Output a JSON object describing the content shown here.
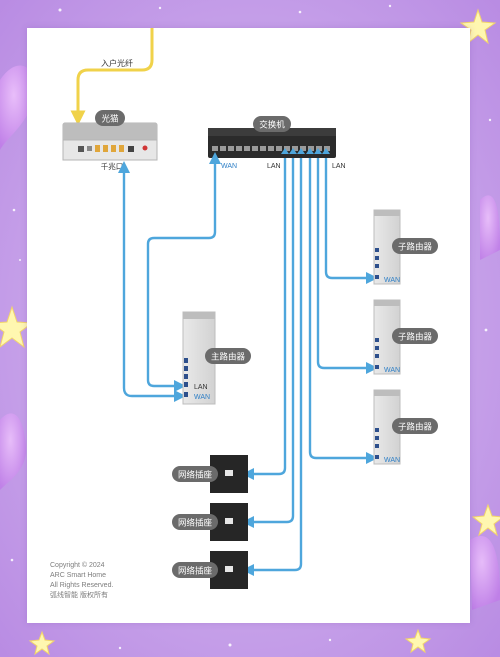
{
  "fiber": {
    "label": "入户光纤"
  },
  "modem": {
    "label": "光猫",
    "port_label": "千兆口"
  },
  "switch": {
    "label": "交换机",
    "wan_label": "WAN",
    "lan_label_1": "LAN",
    "lan_label_2": "LAN"
  },
  "main_router": {
    "label": "主路由器",
    "lan_label": "LAN",
    "wan_label": "WAN"
  },
  "sub_routers": [
    {
      "label": "子路由器",
      "wan_label": "WAN"
    },
    {
      "label": "子路由器",
      "wan_label": "WAN"
    },
    {
      "label": "子路由器",
      "wan_label": "WAN"
    }
  ],
  "outlets": [
    {
      "label": "网络插座"
    },
    {
      "label": "网络插座"
    },
    {
      "label": "网络插座"
    }
  ],
  "copyright": {
    "line1": "Copyright © 2024",
    "line2": "ARC Smart Home",
    "line3": "All Rights Reserved.",
    "line4": "弧线智能 版权所有"
  },
  "colors": {
    "cable_blue": "#4ea6dc",
    "fiber_yellow": "#f0d24a",
    "pill_gray": "#6b6b6b",
    "port_label_blue": "#2e7fc6",
    "switch_body": "#2b2b2b",
    "background_purple": "#c9a7ea"
  },
  "icons": [
    "star-icon",
    "heart-icon",
    "ethernet-port-icon",
    "arrow-icon"
  ]
}
